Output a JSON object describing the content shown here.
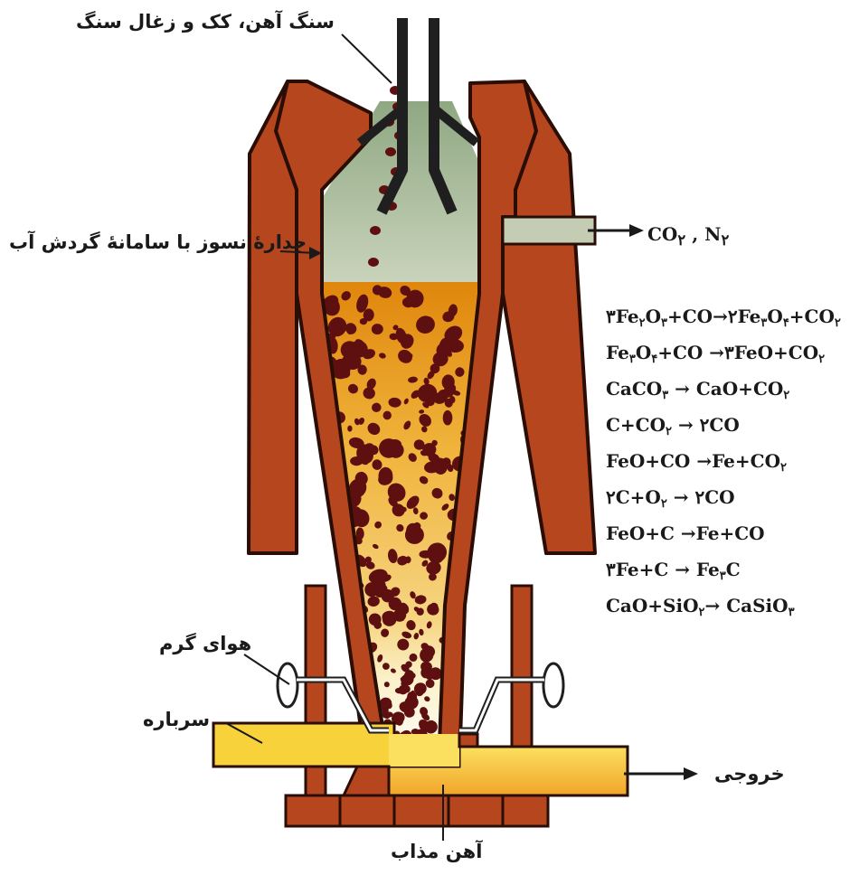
{
  "labels": {
    "feed": "سنگ آهن، کک و زغال سنگ",
    "wall": "جدارهٔ نسوز با سامانهٔ گردش آب",
    "hot_air": "هوای گرم",
    "slag": "سرباره",
    "outlet": "خروجی",
    "molten_iron": "آهن مذاب",
    "top_gas": "CO۲ , N۲"
  },
  "reactions": [
    "۳Fe۲O۳+CO→۲Fe۳O۴+CO۲",
    "Fe۳O۴+CO →۳FeO+CO۲",
    "CaCO۳ → CaO+CO۲",
    "C+CO۲ → ۲CO",
    "FeO+CO →Fe+CO۲",
    "۲C+O۲ → ۲CO",
    "FeO+C →Fe+CO",
    "۳Fe+C → Fe۳C",
    "CaO+SiO۲→ CaSiO۳"
  ],
  "colors": {
    "brick": "#b5461d",
    "brick_outline": "#2a0d05",
    "gas_zone": "#a9bc9c",
    "burden_top": "#e08a10",
    "burden_mid": "#f2c04a",
    "slag_yellow": "#f7d23a",
    "molten": "#f0a329",
    "pellet": "#5e0f10"
  }
}
